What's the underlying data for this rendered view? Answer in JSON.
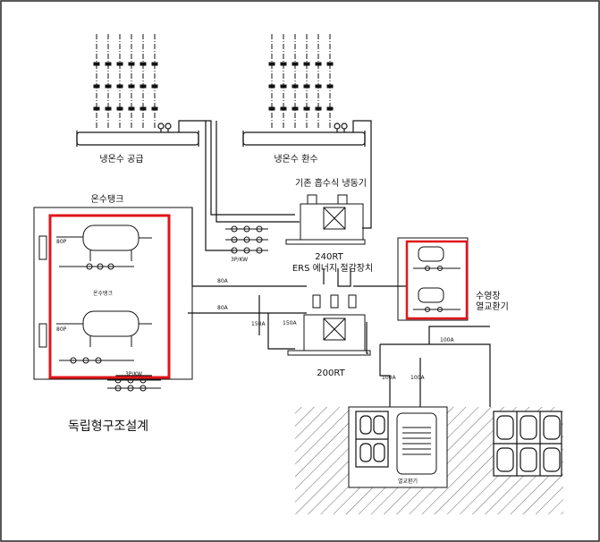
{
  "labels": {
    "supply_header": "냉온수 공급",
    "return_header": "냉온수 환수",
    "hot_tank_group": "온수탱크",
    "existing_chiller": "기존 흡수식 냉동기",
    "chiller_240": "240RT",
    "ers_device": "ERS 에너지 절감장치",
    "chiller_200": "200RT",
    "pool_exchanger": "수영장\n열교환기",
    "independent_design": "독립형구조설계",
    "pump_set_1": "3P/KW",
    "pump_set_2": "3P/KW",
    "tank_upper_label": "온수탱크",
    "pipe_80a_1": "80A",
    "pipe_80a_2": "80A",
    "pipe_150a": "150A",
    "pipe_100a_1": "100A",
    "pipe_100a_2": "100A",
    "pipe_100a_3": "100A",
    "ground_label": "열교환기"
  },
  "colors": {
    "highlight": "#e0151b",
    "line": "#111111",
    "ground_hatch": "#555555"
  }
}
